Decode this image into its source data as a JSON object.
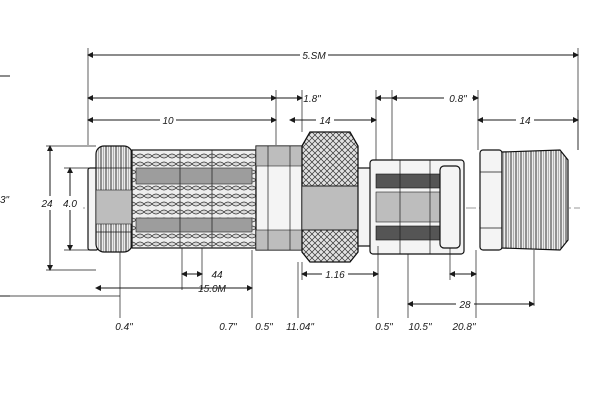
{
  "dimensions": {
    "top": [
      {
        "id": "overall",
        "text": "5.SM"
      },
      {
        "id": "body",
        "text": "10"
      },
      {
        "id": "gap-a",
        "text": "1.8\""
      },
      {
        "id": "gap-b",
        "text": "0.8\""
      },
      {
        "id": "nut",
        "text": "14"
      },
      {
        "id": "cap",
        "text": "14"
      }
    ],
    "left": [
      {
        "id": "height-outer",
        "text": "24"
      },
      {
        "id": "height-inner",
        "text": "4.0"
      },
      {
        "id": "edge-mark",
        "text": "3\""
      }
    ],
    "bottom": [
      {
        "id": "thread-pitch",
        "text": "44"
      },
      {
        "id": "thread-length",
        "text": "15.0M"
      },
      {
        "id": "collet",
        "text": "1.16"
      },
      {
        "id": "offset",
        "text": "28"
      }
    ],
    "baseline": [
      {
        "id": "b1",
        "text": "0.4\""
      },
      {
        "id": "b2",
        "text": "0.7\""
      },
      {
        "id": "b3",
        "text": "0.5\""
      },
      {
        "id": "b4",
        "text": "11.04\""
      },
      {
        "id": "b5",
        "text": "0.5\""
      },
      {
        "id": "b6",
        "text": "10.5\""
      },
      {
        "id": "b7",
        "text": "20.8\""
      }
    ]
  }
}
